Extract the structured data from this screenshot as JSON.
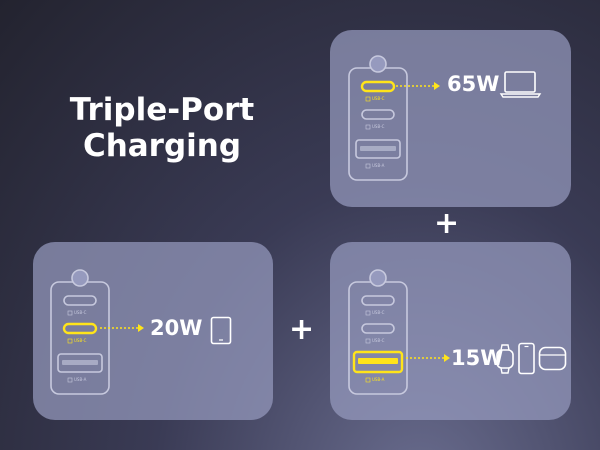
{
  "title": {
    "line1": "Triple-Port",
    "line2": "Charging"
  },
  "plus_symbol": "+",
  "panels": [
    {
      "watts": "65W",
      "active_port": "USB-C1",
      "device_icon": "laptop-icon"
    },
    {
      "watts": "20W",
      "active_port": "USB-C2",
      "device_icon": "tablet-icon"
    },
    {
      "watts": "15W",
      "active_port": "USB-A",
      "device_icon_list": [
        "smartwatch-icon",
        "phone-icon",
        "earbuds-case-icon"
      ]
    }
  ],
  "port_labels": {
    "c1": "USB-C",
    "c2": "USB-C",
    "a": "USB-A"
  },
  "colors": {
    "highlight": "#ffe41a",
    "outline": "#c7c9de",
    "text": "#ffffff"
  }
}
